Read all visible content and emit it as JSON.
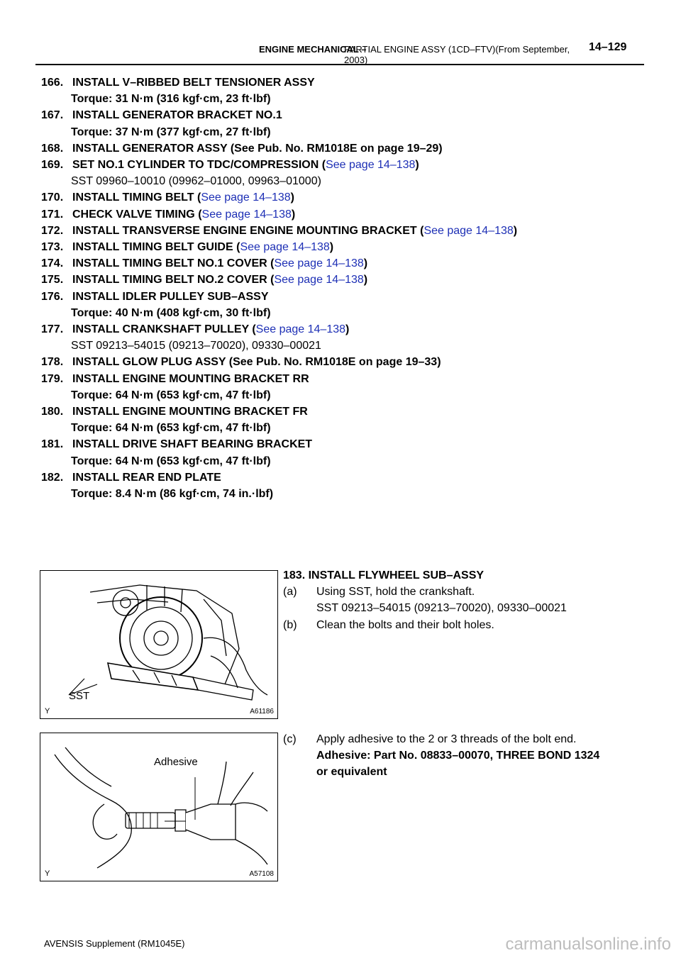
{
  "header": {
    "section": "ENGINE MECHANICAL  –",
    "title_line1": "PARTIAL ENGINE ASSY (1CD–FTV)(From September,",
    "title_line2": "2003)",
    "page": "14–129"
  },
  "steps": [
    {
      "num": "166.",
      "text": "INSTALL V–RIBBED BELT TENSIONER ASSY",
      "sub": "Torque: 31 N·m (316 kgf·cm, 23 ft·lbf)",
      "sub_bold": true
    },
    {
      "num": "167.",
      "text": "INSTALL GENERATOR BRACKET NO.1",
      "sub": "Torque: 37 N·m (377 kgf·cm, 27 ft·lbf)",
      "sub_bold": true
    },
    {
      "num": "168.",
      "text": "INSTALL GENERATOR ASSY (See Pub. No. RM1018E on page 19–29)"
    },
    {
      "num": "169.",
      "text": "SET NO.1 CYLINDER TO TDC/COMPRESSION (",
      "link": "See page 14–138",
      "after": ")",
      "sub": "SST   09960–10010 (09962–01000, 09963–01000)",
      "sub_bold": false
    },
    {
      "num": "170.",
      "text": "INSTALL TIMING BELT (",
      "link": "See page 14–138",
      "after": ")"
    },
    {
      "num": "171.",
      "text": "CHECK VALVE TIMING (",
      "link": "See page 14–138",
      "after": ")"
    },
    {
      "num": "172.",
      "text": "INSTALL TRANSVERSE ENGINE ENGINE MOUNTING BRACKET (",
      "link": "See page 14–138",
      "after": ")"
    },
    {
      "num": "173.",
      "text": "INSTALL TIMING BELT GUIDE (",
      "link": "See page 14–138",
      "after": ")"
    },
    {
      "num": "174.",
      "text": "INSTALL TIMING BELT NO.1 COVER (",
      "link": "See page 14–138",
      "after": ")"
    },
    {
      "num": "175.",
      "text": "INSTALL TIMING BELT NO.2 COVER (",
      "link": "See page 14–138",
      "after": ")"
    },
    {
      "num": "176.",
      "text": "INSTALL IDLER PULLEY SUB–ASSY",
      "sub": "Torque: 40 N·m (408 kgf·cm, 30 ft·lbf)",
      "sub_bold": true
    },
    {
      "num": "177.",
      "text": "INSTALL CRANKSHAFT PULLEY (",
      "link": "See page 14–138",
      "after": ")",
      "sub": "SST     09213–54015 (09213–70020), 09330–00021",
      "sub_bold": false
    },
    {
      "num": "178.",
      "text": "INSTALL GLOW PLUG ASSY (See Pub. No. RM1018E on page 19–33)"
    },
    {
      "num": "179.",
      "text": "INSTALL ENGINE MOUNTING BRACKET RR",
      "sub": "Torque: 64 N·m (653 kgf·cm, 47 ft·lbf)",
      "sub_bold": true
    },
    {
      "num": "180.",
      "text": "INSTALL ENGINE MOUNTING BRACKET FR",
      "sub": "Torque: 64 N·m (653 kgf·cm, 47 ft·lbf)",
      "sub_bold": true
    },
    {
      "num": "181.",
      "text": "INSTALL DRIVE SHAFT BEARING BRACKET",
      "sub": "Torque: 64 N·m (653 kgf·cm, 47 ft·lbf)",
      "sub_bold": true
    },
    {
      "num": "182.",
      "text": "INSTALL REAR END PLATE",
      "sub": "Torque: 8.4 N·m (86 kgf·cm, 74 in.·lbf)",
      "sub_bold": true
    }
  ],
  "step183": {
    "title": "183.  INSTALL FLYWHEEL SUB–ASSY",
    "a_label": "(a)",
    "a_text": "Using SST, hold the crankshaft.",
    "a_sst": "SST     09213–54015 (09213–70020), 09330–00021",
    "b_label": "(b)",
    "b_text": "Clean the bolts and their bolt holes.",
    "c_label": "(c)",
    "c_text": "Apply adhesive to the 2 or 3 threads of the bolt end.",
    "c_adh1": "Adhesive: Part No. 08833–00070, THREE BOND 1324",
    "c_adh2": "or equivalent"
  },
  "figure1": {
    "label": "SST",
    "code": "A61186",
    "mark": "Y"
  },
  "figure2": {
    "label": "Adhesive",
    "code": "A57108",
    "mark": "Y"
  },
  "footer": "AVENSIS Supplement  (RM1045E)",
  "watermark": "carmanualsonline.info"
}
